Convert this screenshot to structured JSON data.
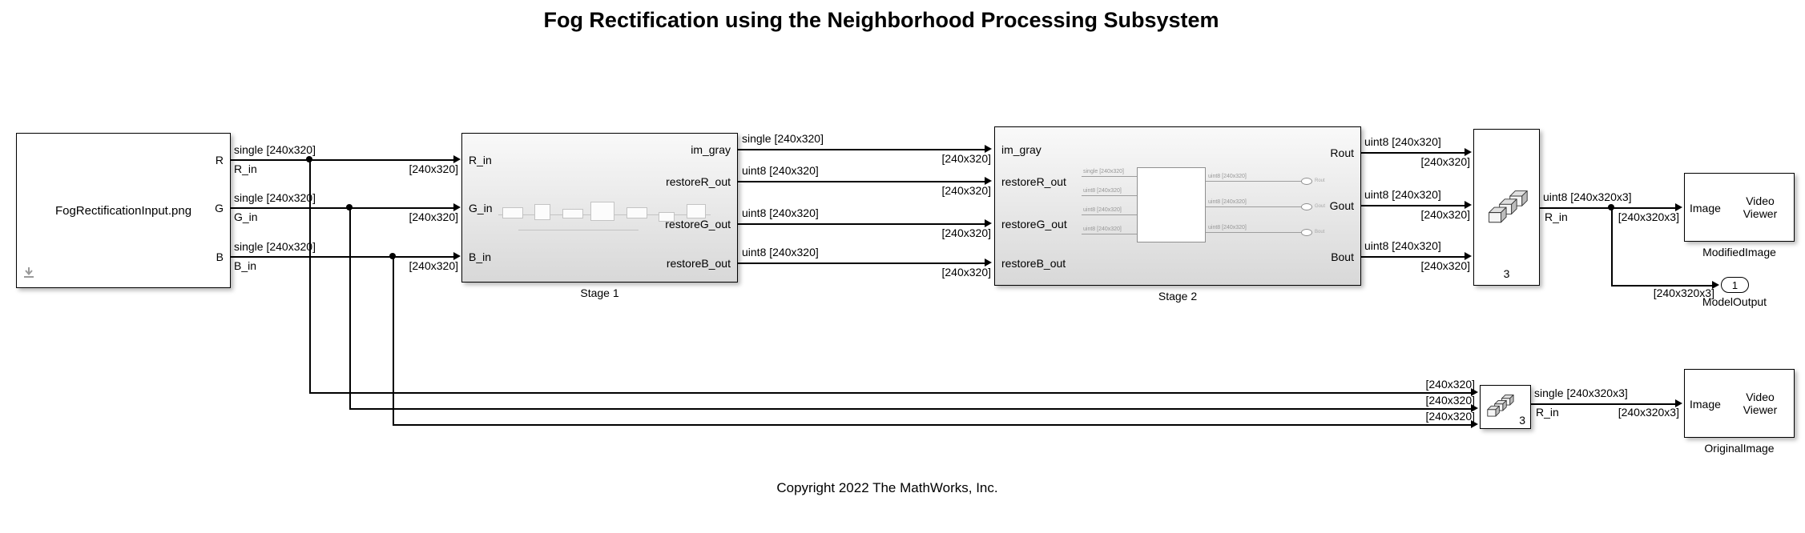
{
  "title": "Fog Rectification using the Neighborhood Processing Subsystem",
  "copyright": "Copyright 2022 The MathWorks, Inc.",
  "input_block": {
    "name": "FogRectificationInput.png",
    "port_r": "R",
    "port_g": "G",
    "port_b": "B"
  },
  "stage1": {
    "caption": "Stage 1",
    "in_r": "R_in",
    "in_g": "G_in",
    "in_b": "B_in",
    "out_gray": "im_gray",
    "out_r": "restoreR_out",
    "out_g": "restoreG_out",
    "out_b": "restoreB_out"
  },
  "stage2": {
    "caption": "Stage 2",
    "in_gray": "im_gray",
    "in_r": "restoreR_out",
    "in_g": "restoreG_out",
    "in_b": "restoreB_out",
    "out_r": "Rout",
    "out_g": "Gout",
    "out_b": "Bout",
    "thumbnail": {
      "left": [
        "single [240x320]",
        "uint8 [240x320]",
        "uint8 [240x320]",
        "uint8 [240x320]"
      ],
      "right": [
        "uint8 [240x320]",
        "uint8 [240x320]",
        "uint8 [240x320]"
      ],
      "ports": [
        "Rout",
        "Gout",
        "Bout"
      ]
    }
  },
  "concat_top": {
    "count": "3"
  },
  "concat_bottom": {
    "count": "3"
  },
  "viewer_modified": {
    "port": "Image",
    "text": "Video Viewer",
    "caption": "ModifiedImage"
  },
  "viewer_original": {
    "port": "Image",
    "text": "Video Viewer",
    "caption": "OriginalImage"
  },
  "model_output": {
    "number": "1",
    "caption": "ModelOutput"
  },
  "signals": {
    "single_240x320": "single [240x320]",
    "uint8_240x320": "uint8 [240x320]",
    "dim_240x320": "[240x320]",
    "uint8_240x320x3": "uint8 [240x320x3]",
    "single_240x320x3": "single [240x320x3]",
    "dim_240x320x3": "[240x320x3]",
    "r_in": "R_in",
    "g_in": "G_in",
    "b_in": "B_in"
  }
}
